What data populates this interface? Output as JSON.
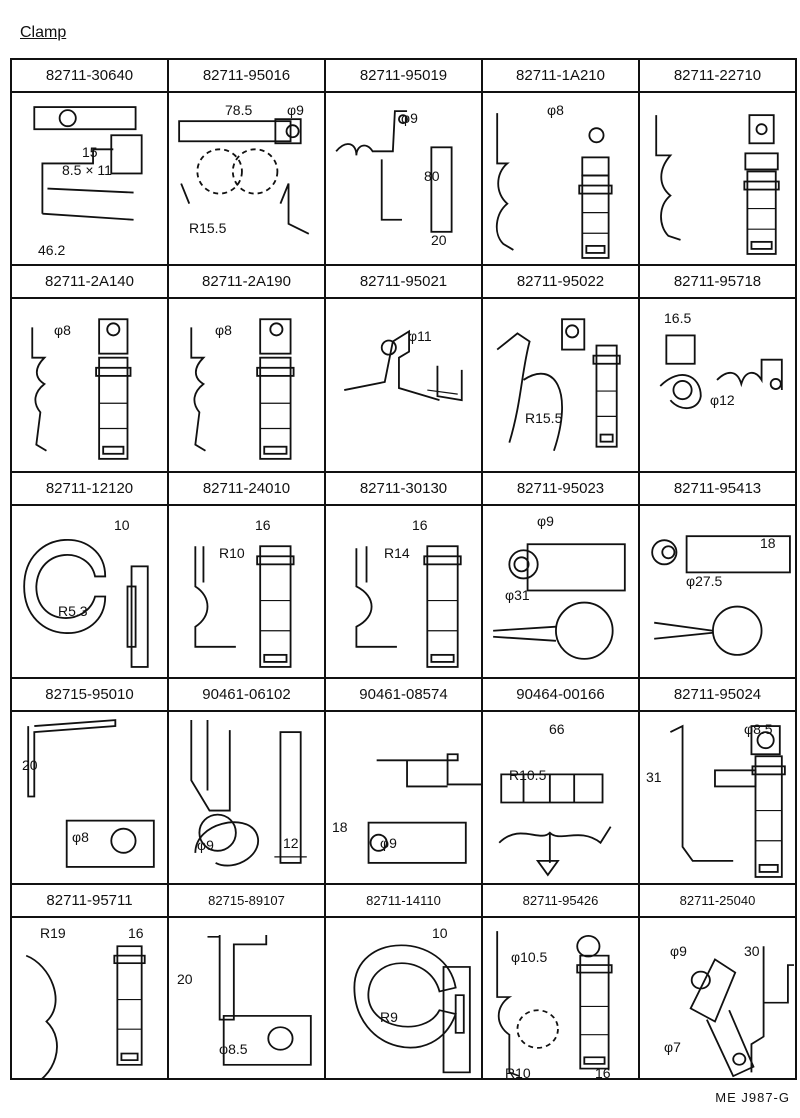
{
  "title": "Clamp",
  "footer": "ME  J987-G",
  "cells": [
    {
      "part": "82711-30640",
      "dims": [
        "15",
        "8.5 × 11",
        "46.2"
      ]
    },
    {
      "part": "82711-95016",
      "dims": [
        "78.5",
        "φ9",
        "R15.5"
      ]
    },
    {
      "part": "82711-95019",
      "dims": [
        "φ9",
        "80",
        "20"
      ]
    },
    {
      "part": "82711-1A210",
      "dims": [
        "φ8"
      ]
    },
    {
      "part": "82711-22710",
      "dims": []
    },
    {
      "part": "82711-2A140",
      "dims": [
        "φ8"
      ]
    },
    {
      "part": "82711-2A190",
      "dims": [
        "φ8"
      ]
    },
    {
      "part": "82711-95021",
      "dims": [
        "φ11"
      ]
    },
    {
      "part": "82711-95022",
      "dims": [
        "R15.5"
      ]
    },
    {
      "part": "82711-95718",
      "dims": [
        "16.5",
        "φ12"
      ]
    },
    {
      "part": "82711-12120",
      "dims": [
        "10",
        "R5.3"
      ]
    },
    {
      "part": "82711-24010",
      "dims": [
        "16",
        "R10"
      ]
    },
    {
      "part": "82711-30130",
      "dims": [
        "16",
        "R14"
      ]
    },
    {
      "part": "82711-95023",
      "dims": [
        "φ9",
        "φ31"
      ]
    },
    {
      "part": "82711-95413",
      "dims": [
        "18",
        "φ27.5"
      ]
    },
    {
      "part": "82715-95010",
      "dims": [
        "20",
        "φ8"
      ]
    },
    {
      "part": "90461-06102",
      "dims": [
        "φ9",
        "12"
      ]
    },
    {
      "part": "90461-08574",
      "dims": [
        "18",
        "φ9"
      ]
    },
    {
      "part": "90464-00166",
      "dims": [
        "66",
        "R10.5"
      ]
    },
    {
      "part": "82711-95024",
      "dims": [
        "φ8.5",
        "31"
      ]
    },
    {
      "part": "82711-95711",
      "dims": [
        "R19",
        "16"
      ]
    },
    {
      "part": "82715-89107",
      "dims": [
        "20",
        "φ8.5"
      ]
    },
    {
      "part": "82711-14110",
      "dims": [
        "10",
        "R9"
      ]
    },
    {
      "part": "82711-95426",
      "dims": [
        "φ10.5",
        "R10",
        "16"
      ]
    },
    {
      "part": "82711-25040",
      "dims": [
        "φ9",
        "30",
        "φ7"
      ]
    }
  ]
}
